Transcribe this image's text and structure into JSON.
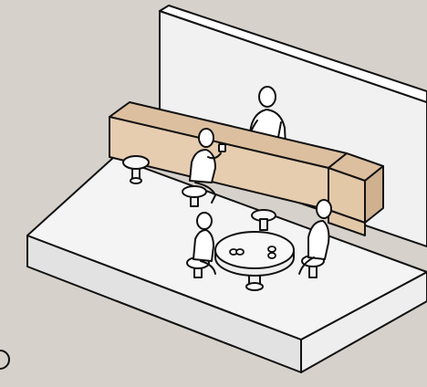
{
  "scene": {
    "description_id": "cafe-bar-isometric",
    "colors": {
      "background": "#d6d2cb",
      "platform_top": "#f2f2f2",
      "platform_left": "#e2e2e2",
      "platform_right": "#eeeeee",
      "wall": "#f1f1f1",
      "bar_top": "#dcbf9f",
      "bar_front": "#e6cdb0",
      "bar_side": "#cfb08f",
      "figure": "#ffffff",
      "outline": "#111111"
    },
    "people": [
      {
        "role": "bartender"
      },
      {
        "role": "seated-at-bar-with-cup"
      },
      {
        "role": "seated-at-table-left"
      },
      {
        "role": "seated-at-table-right"
      }
    ],
    "furniture": [
      "bar-counter",
      "back-wall",
      "bar-stool",
      "bar-stool-occupied",
      "round-table",
      "table-stools"
    ]
  }
}
